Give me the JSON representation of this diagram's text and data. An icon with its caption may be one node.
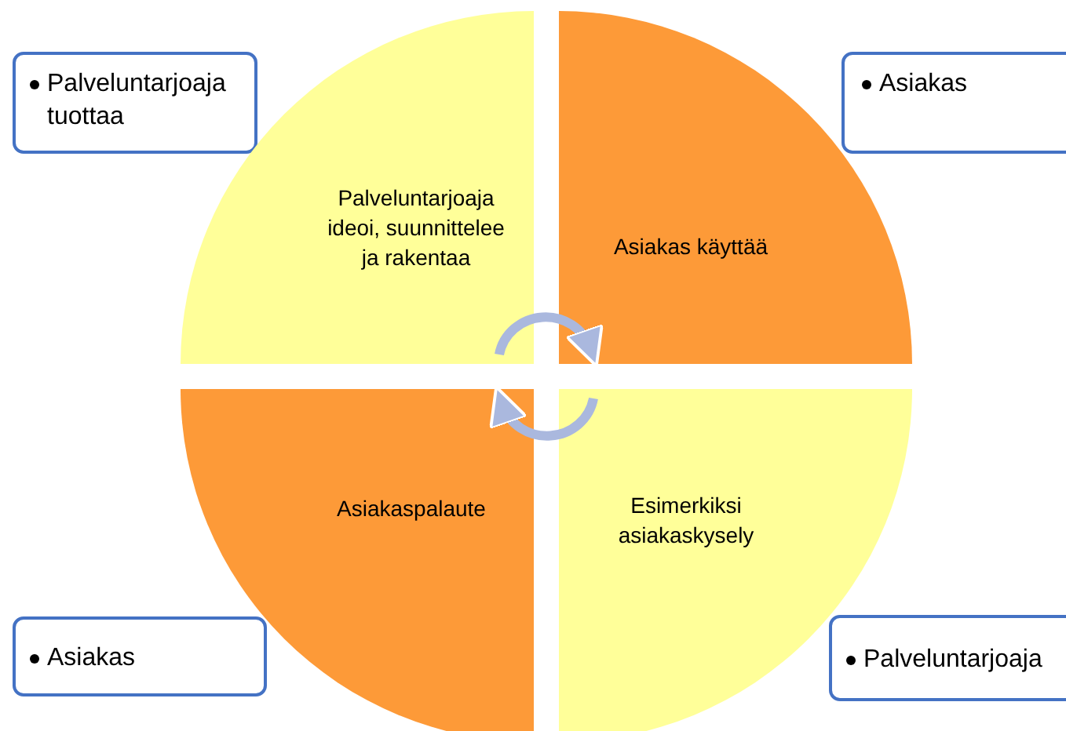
{
  "diagram": {
    "nodes": [
      {
        "text": [
          "Palveluntarjoaja tuottaa"
        ]
      },
      {
        "text": [
          "Palveluntarjoaja ideoi, suunnittelee ja rakentaa"
        ]
      },
      {
        "text": [
          "Asiakas käyttää"
        ]
      },
      {
        "text": [
          "Asiakas"
        ]
      },
      {
        "text": [
          "Asiakas"
        ]
      },
      {
        "text": [
          "Asiakaspalaute"
        ]
      },
      {
        "text": [
          "Esimerkiksi asiakaskysely"
        ]
      },
      {
        "text": [
          "Palveluntarjoaja"
        ]
      }
    ],
    "edges": [
      {
        "from": 1,
        "to": 2,
        "arrow": "to"
      },
      {
        "from": 6,
        "to": 5,
        "arrow": "to"
      }
    ]
  }
}
